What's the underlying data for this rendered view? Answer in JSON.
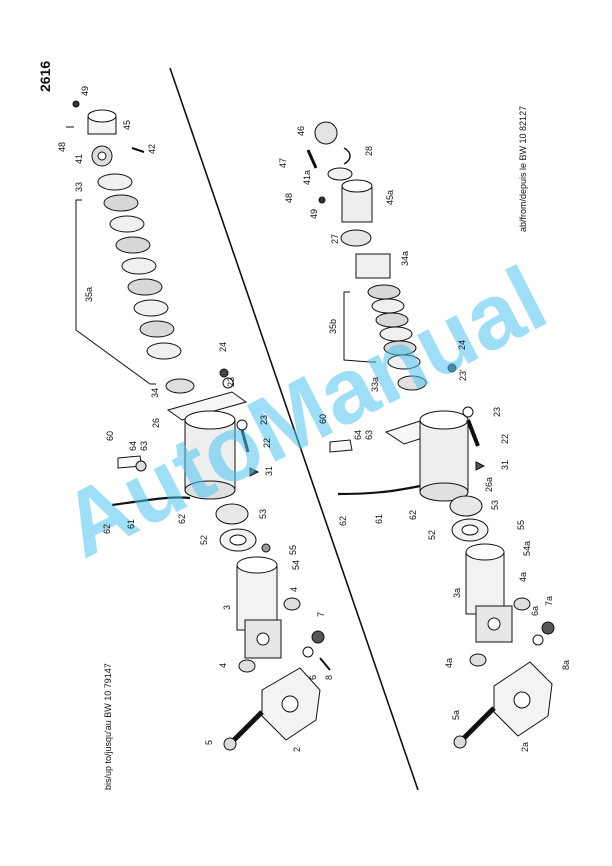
{
  "page_number": "2616",
  "header_left": "bis/up to/jusqu'au BW 10 79147",
  "header_right": "ab/from/depuis le BW 10 82127",
  "watermark": "AutoManual",
  "colors": {
    "ink": "#111111",
    "watermark": "#4fc3f0"
  },
  "left_assembly": {
    "labels": [
      "49",
      "48",
      "45",
      "42",
      "41",
      "33",
      "35a",
      "34",
      "24",
      "23",
      "26",
      "60",
      "64",
      "63",
      "23",
      "22",
      "31",
      "62",
      "61",
      "62",
      "53",
      "52",
      "55",
      "54",
      "3",
      "4",
      "7",
      "4",
      "6",
      "8",
      "5",
      "2"
    ]
  },
  "right_assembly": {
    "labels": [
      "46",
      "47",
      "28",
      "41a",
      "48",
      "49",
      "45a",
      "27",
      "34a",
      "35b",
      "33a",
      "24",
      "23'",
      "60",
      "64",
      "63",
      "23",
      "22",
      "31",
      "26a",
      "62",
      "61",
      "62",
      "53",
      "52",
      "55",
      "54a",
      "3a",
      "4a",
      "6a",
      "7a",
      "4a",
      "8a",
      "5a",
      "2a"
    ]
  }
}
